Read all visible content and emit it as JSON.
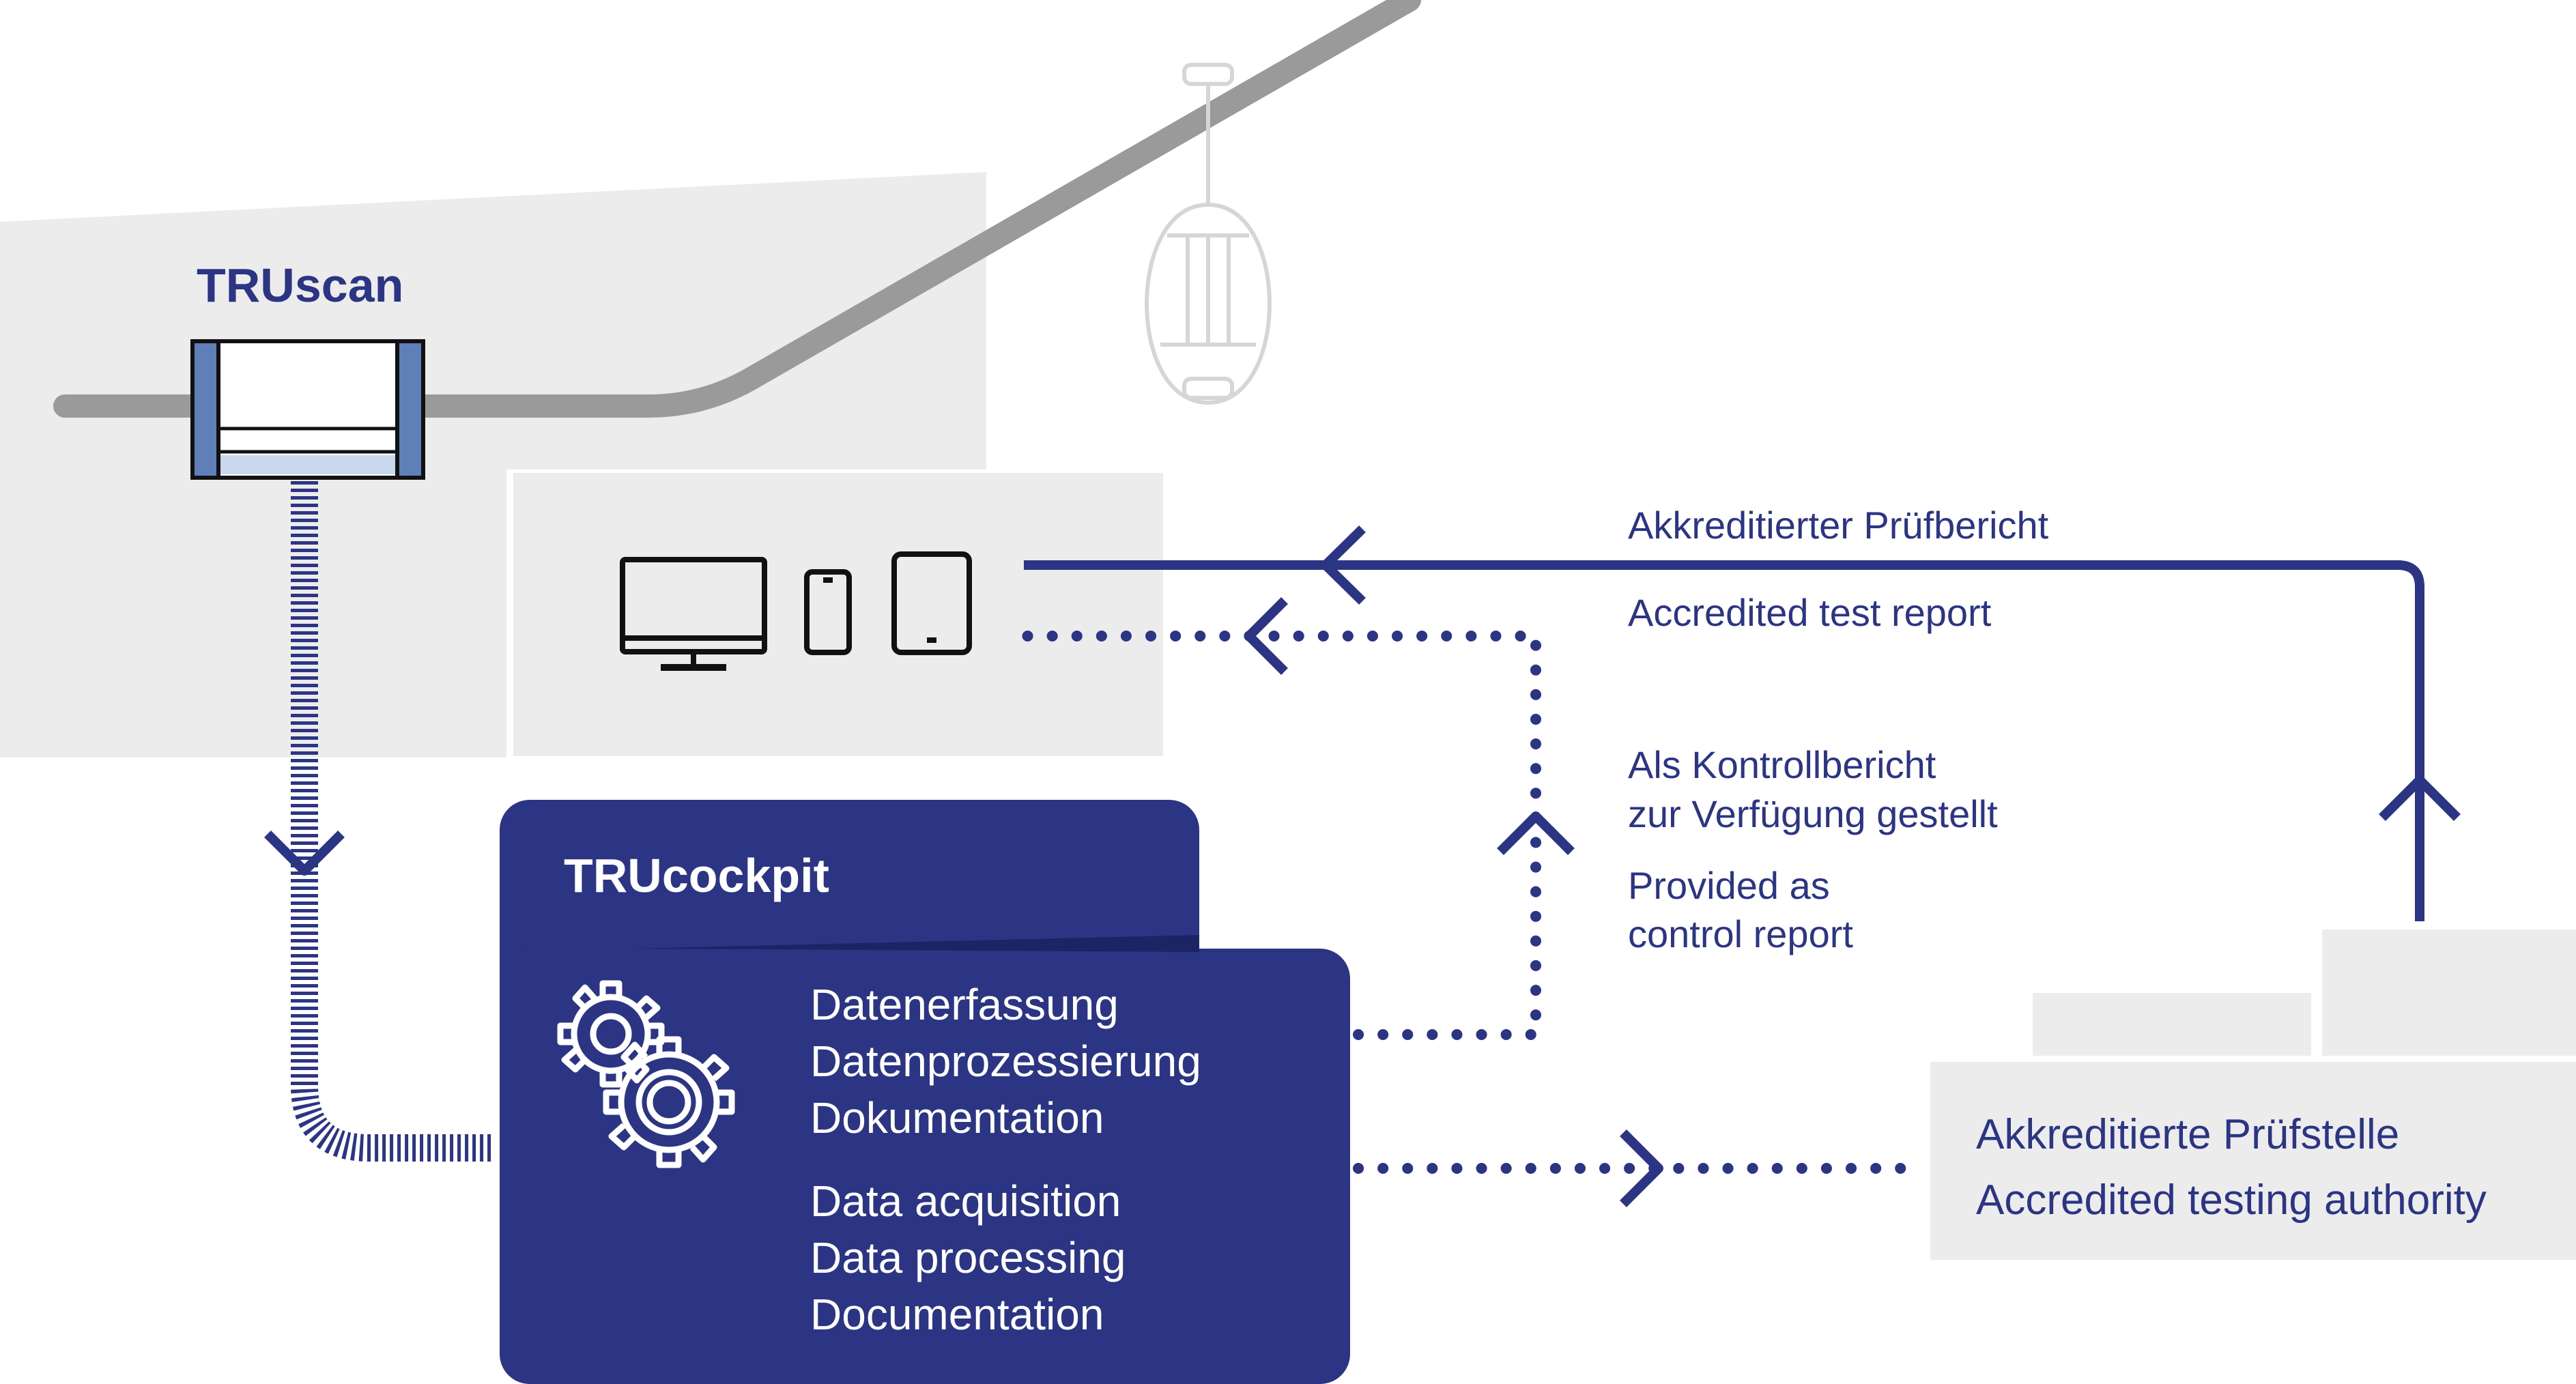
{
  "truscan": {
    "title": "TRUscan"
  },
  "trucockpit": {
    "title": "TRUcockpit",
    "tasks_de": [
      "Datenerfassung",
      "Datenprozessierung",
      "Dokumentation"
    ],
    "tasks_en": [
      "Data acquisition",
      "Data processing",
      "Documentation"
    ]
  },
  "report_accredited": {
    "de": "Akkreditierter Prüfbericht",
    "en": "Accredited test report"
  },
  "report_control": {
    "de_line1": "Als Kontrollbericht",
    "de_line2": "zur Verfügung gestellt",
    "en_line1": "Provided as",
    "en_line2": "control report"
  },
  "testing_authority": {
    "de": "Akkreditierte Prüfstelle",
    "en": "Accredited testing authority"
  },
  "devices": [
    "monitor-icon",
    "smartphone-icon",
    "tablet-icon"
  ],
  "colors": {
    "navy": "#2b3584",
    "panel_grey": "#ececec",
    "cable_grey": "#9a9a9a",
    "scanner_blue": "#5e7fb8"
  }
}
